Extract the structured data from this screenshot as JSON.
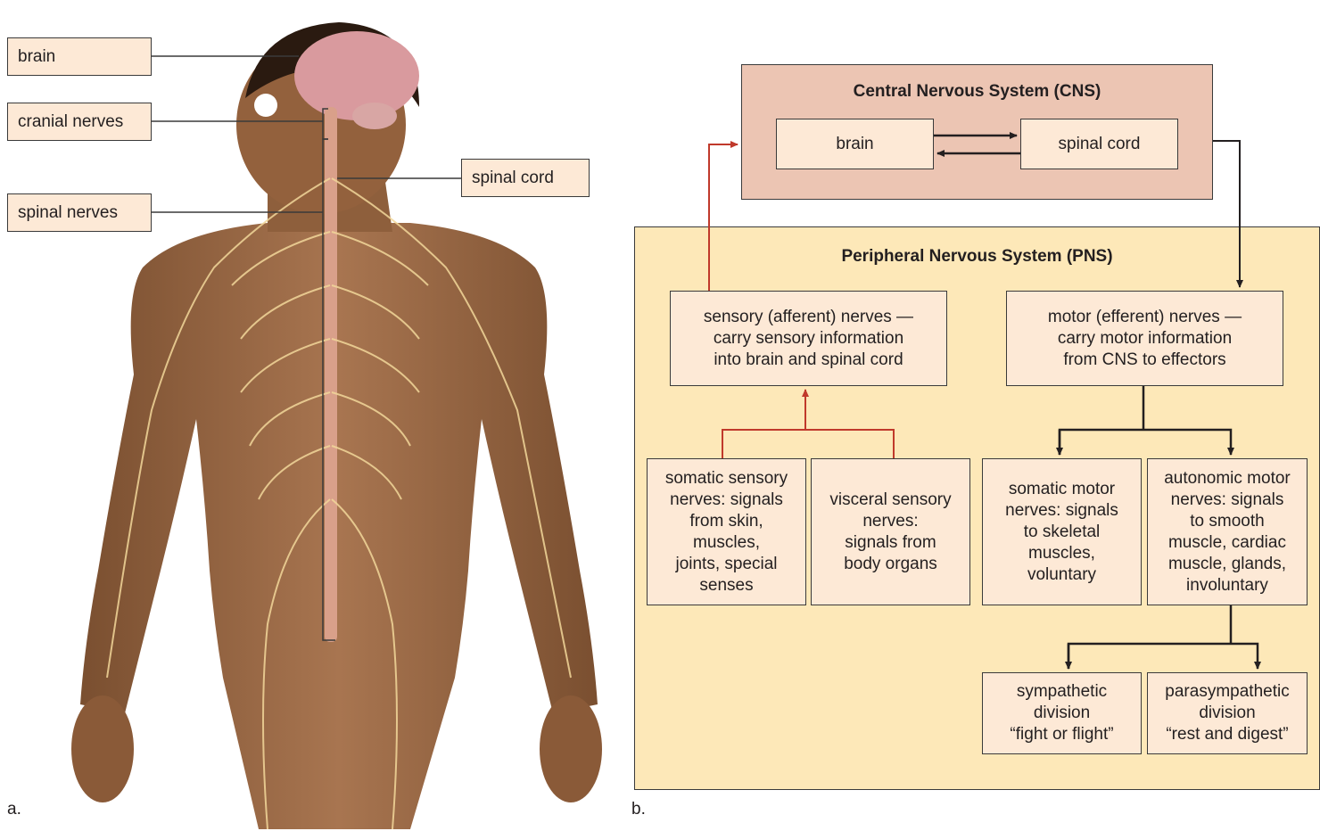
{
  "panel_a": {
    "letter": "a.",
    "labels": {
      "brain": "brain",
      "cranial_nerves": "cranial nerves",
      "spinal_nerves": "spinal nerves",
      "spinal_cord": "spinal cord"
    }
  },
  "panel_b": {
    "letter": "b.",
    "cns": {
      "title": "Central Nervous System (CNS)",
      "brain": "brain",
      "spinal_cord": "spinal cord"
    },
    "pns": {
      "title": "Peripheral Nervous System (PNS)",
      "sensory": "sensory (afferent) nerves —\ncarry sensory information\ninto brain and spinal cord",
      "motor": "motor (efferent) nerves —\ncarry motor information\nfrom CNS to effectors",
      "somatic_sensory": "somatic sensory\nnerves: signals\nfrom skin,\nmuscles,\njoints, special\nsenses",
      "visceral_sensory": "visceral sensory\nnerves:\nsignals from\nbody organs",
      "somatic_motor": "somatic motor\nnerves: signals\nto skeletal\nmuscles,\nvoluntary",
      "autonomic_motor": "autonomic motor\nnerves: signals\nto smooth\nmuscle, cardiac\nmuscle, glands,\ninvoluntary",
      "sympathetic": "sympathetic\ndivision\n“fight or flight”",
      "parasympathetic": "parasympathetic\ndivision\n“rest and digest”"
    }
  },
  "colors": {
    "skin": "#9a6a45",
    "nerve": "#f2d79a",
    "cns_fill": "#ecc5b3",
    "pns_fill": "#fde8b8",
    "node_fill": "#fde9d6",
    "sensory_arrow": "#c0392b",
    "motor_arrow": "#231f20"
  }
}
